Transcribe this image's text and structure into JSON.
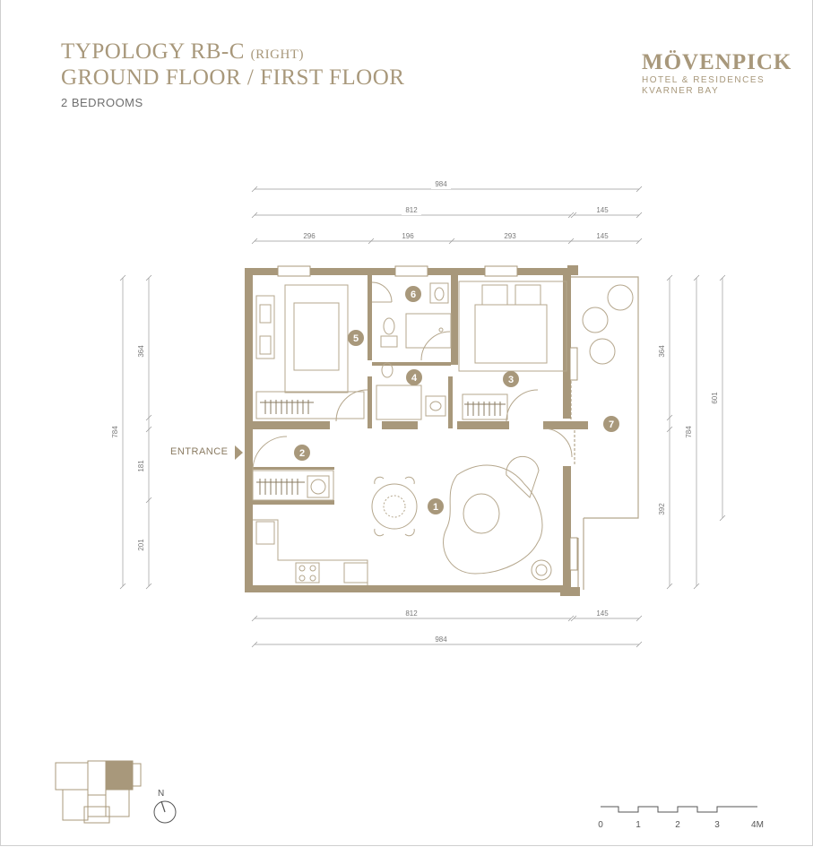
{
  "header": {
    "title_main": "TYPOLOGY RB-C",
    "title_suffix": "(RIGHT)",
    "subtitle": "GROUND FLOOR / FIRST FLOOR",
    "bedrooms": "2 BEDROOMS"
  },
  "logo": {
    "brand": "MÖVENPICK",
    "line1": "HOTEL & RESIDENCES",
    "line2": "KVARNER BAY"
  },
  "entrance_label": "ENTRANCE",
  "dimensions": {
    "top_total": "984",
    "top_main": "812",
    "top_terrace": "145",
    "top_seg1": "296",
    "top_seg2": "196",
    "top_seg3": "293",
    "top_seg4": "145",
    "left_total": "784",
    "left_seg1": "364",
    "left_seg2": "181",
    "left_seg3": "201",
    "right_seg1": "364",
    "right_seg2": "392",
    "right_total": "784",
    "right_terrace": "601",
    "bottom_main": "812",
    "bottom_terrace": "145",
    "bottom_total": "984"
  },
  "rooms": [
    "1",
    "2",
    "3",
    "4",
    "5",
    "6",
    "7"
  ],
  "compass": "N",
  "scale": [
    "0",
    "1",
    "2",
    "3",
    "4M"
  ],
  "colors": {
    "wall": "#a8987b",
    "accent": "#8a7b62",
    "line": "#b5a78d"
  }
}
